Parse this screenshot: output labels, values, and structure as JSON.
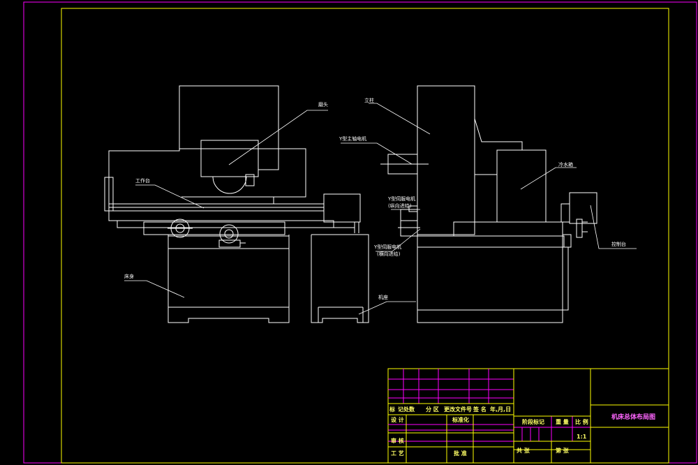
{
  "colors": {
    "background": "#000000",
    "outline": "#ffffff",
    "frame_outer": "#ff00ff",
    "frame_inner": "#ffff00",
    "title_text": "#ff66ff"
  },
  "labels": {
    "grinding_head": "磨头",
    "column": "立柱",
    "spindle_motor": "Y型主轴电机",
    "worktable": "工作台",
    "servo_motor_1": "Y型伺服电机",
    "servo_motor_1_note": "(纵向进给)",
    "servo_motor_2": "Y型伺服电机",
    "servo_motor_2_note": "(横向进给)",
    "bed": "床身",
    "chassis": "机座",
    "water_tank": "冷水箱",
    "control_panel": "控制台"
  },
  "title_block": {
    "col_mark": "标",
    "col_count": "记处数",
    "col_zone": "分 区",
    "col_docno": "更改文件号",
    "col_sign": "签 名",
    "col_date": "年,月,日",
    "design": "设 计",
    "standardize": "标准化",
    "review": "审 核",
    "process": "工 艺",
    "approve": "批 准",
    "stage_mark": "阶段标记",
    "weight": "重 量",
    "scale": "比 例",
    "scale_value": "1:1",
    "sheet_total": "共  张",
    "sheet_no": "第  张",
    "drawing_title": "机床总体布局图"
  }
}
